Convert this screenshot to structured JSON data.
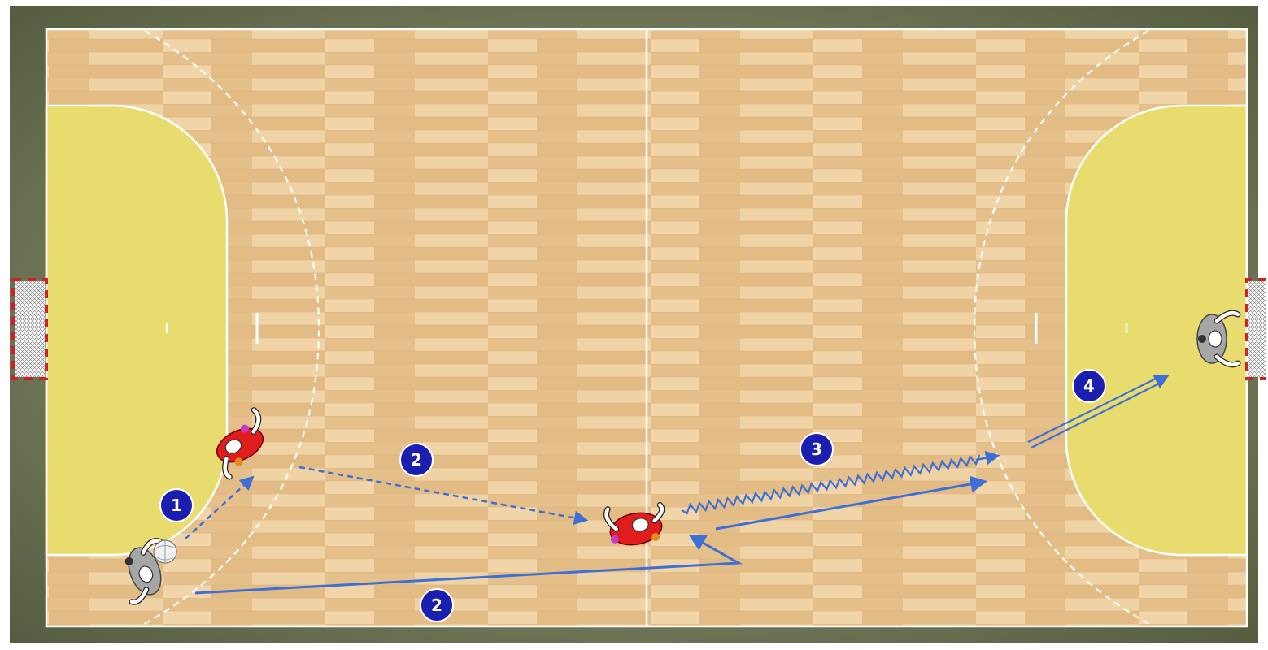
{
  "colors": {
    "surround": "#5d6347",
    "surround_light": "#8e9276",
    "court_wood": "#e9c48f",
    "court_wood_dark": "#d7aa72",
    "goal_area": "#e9dc6e",
    "line": "#ffffff",
    "arrow": "#3d6fd6",
    "badge": "#1a1fb0",
    "team_red": "#e01c1c",
    "team_grey": "#a6a6a6",
    "net_red": "#cc2222"
  },
  "step_badges": [
    {
      "id": "step-1-badge",
      "label": "1"
    },
    {
      "id": "step-2-badge-upper",
      "label": "2"
    },
    {
      "id": "step-2-badge-lower",
      "label": "2"
    },
    {
      "id": "step-3-badge",
      "label": "3"
    },
    {
      "id": "step-4-badge",
      "label": "4"
    }
  ],
  "players": [
    {
      "id": "red-player-left",
      "team": "red"
    },
    {
      "id": "red-player-center",
      "team": "red"
    },
    {
      "id": "grey-player-ball-carrier",
      "team": "grey",
      "has_ball": true
    },
    {
      "id": "grey-goalkeeper-right",
      "team": "grey"
    }
  ],
  "actions": [
    {
      "step": "1",
      "type": "pass",
      "style": "dashed"
    },
    {
      "step": "2",
      "type": "pass",
      "style": "dashed"
    },
    {
      "step": "2",
      "type": "run",
      "style": "solid"
    },
    {
      "step": "3",
      "type": "dribble",
      "style": "zigzag"
    },
    {
      "step": "3",
      "type": "run",
      "style": "solid"
    },
    {
      "step": "4",
      "type": "shot",
      "style": "double"
    }
  ]
}
